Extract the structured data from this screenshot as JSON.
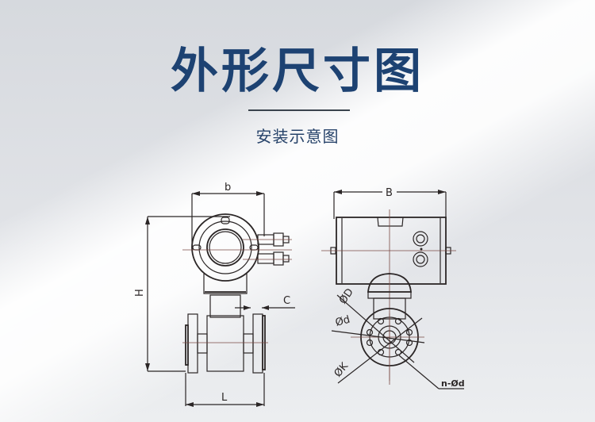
{
  "header": {
    "title": "外形尺寸图",
    "subtitle": "安装示意图"
  },
  "diagram": {
    "front_view": {
      "labels": {
        "width": "b",
        "height": "H",
        "gap": "C",
        "length": "L"
      }
    },
    "side_view": {
      "labels": {
        "width": "B",
        "outer_diameter": "ØD",
        "inner_diameter": "Ød",
        "bolt_circle": "ØK",
        "bolt_holes": "n-Ød"
      }
    }
  },
  "colors": {
    "title": "#1d4272",
    "line": "#2b2626",
    "background": "#dcdfe3"
  }
}
